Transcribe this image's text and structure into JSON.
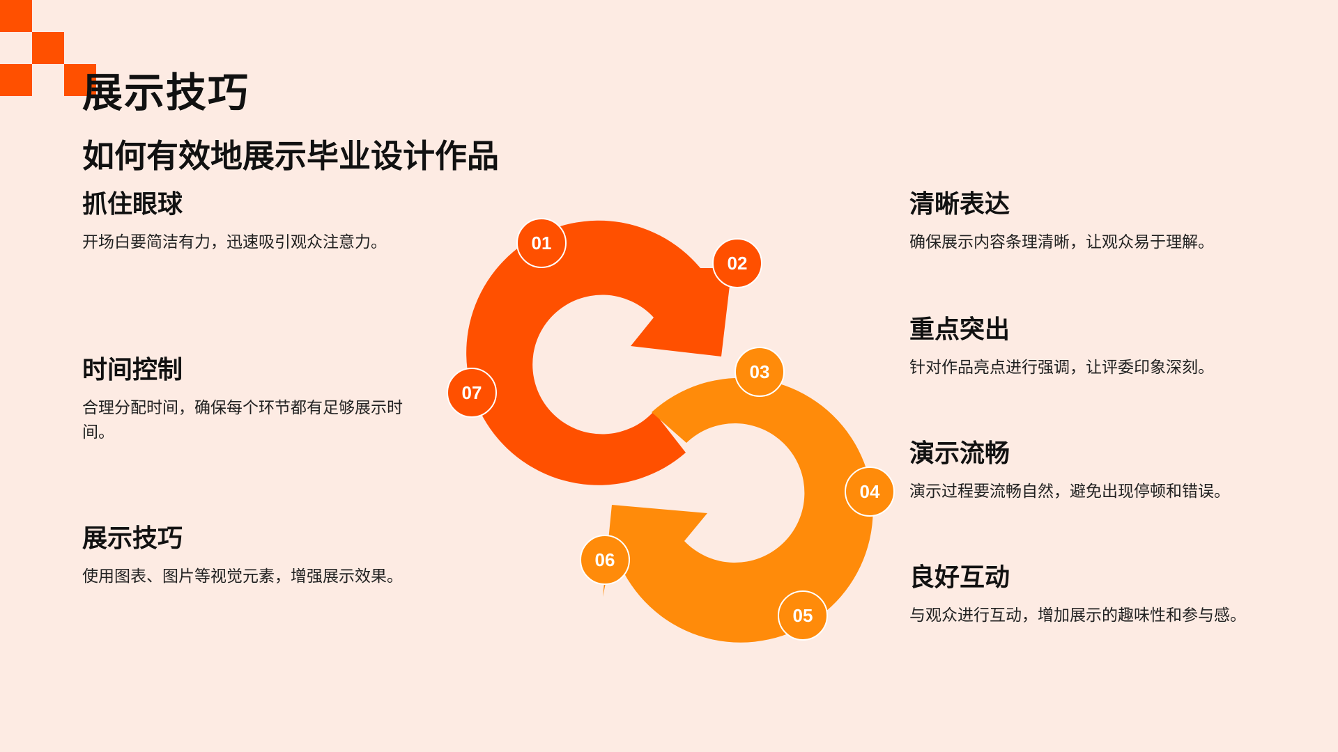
{
  "title": "展示技巧",
  "subtitle": "如何有效地展示毕业设计作品",
  "colors": {
    "background": "#FDEBE3",
    "accent_red": "#FF5000",
    "accent_orange": "#FF8B0A"
  },
  "left_tips": [
    {
      "heading": "抓住眼球",
      "text": "开场白要简洁有力，迅速吸引观众注意力。"
    },
    {
      "heading": "时间控制",
      "text": "合理分配时间，确保每个环节都有足够展示时间。"
    },
    {
      "heading": "展示技巧",
      "text": "使用图表、图片等视觉元素，增强展示效果。"
    }
  ],
  "right_tips": [
    {
      "heading": "清晰表达",
      "text": "确保展示内容条理清晰，让观众易于理解。"
    },
    {
      "heading": "重点突出",
      "text": "针对作品亮点进行强调，让评委印象深刻。"
    },
    {
      "heading": "演示流畅",
      "text": "演示过程要流畅自然，避免出现停顿和错误。"
    },
    {
      "heading": "良好互动",
      "text": "与观众进行互动，增加展示的趣味性和参与感。"
    }
  ],
  "badges": {
    "b01": "01",
    "b02": "02",
    "b03": "03",
    "b04": "04",
    "b05": "05",
    "b06": "06",
    "b07": "07"
  }
}
